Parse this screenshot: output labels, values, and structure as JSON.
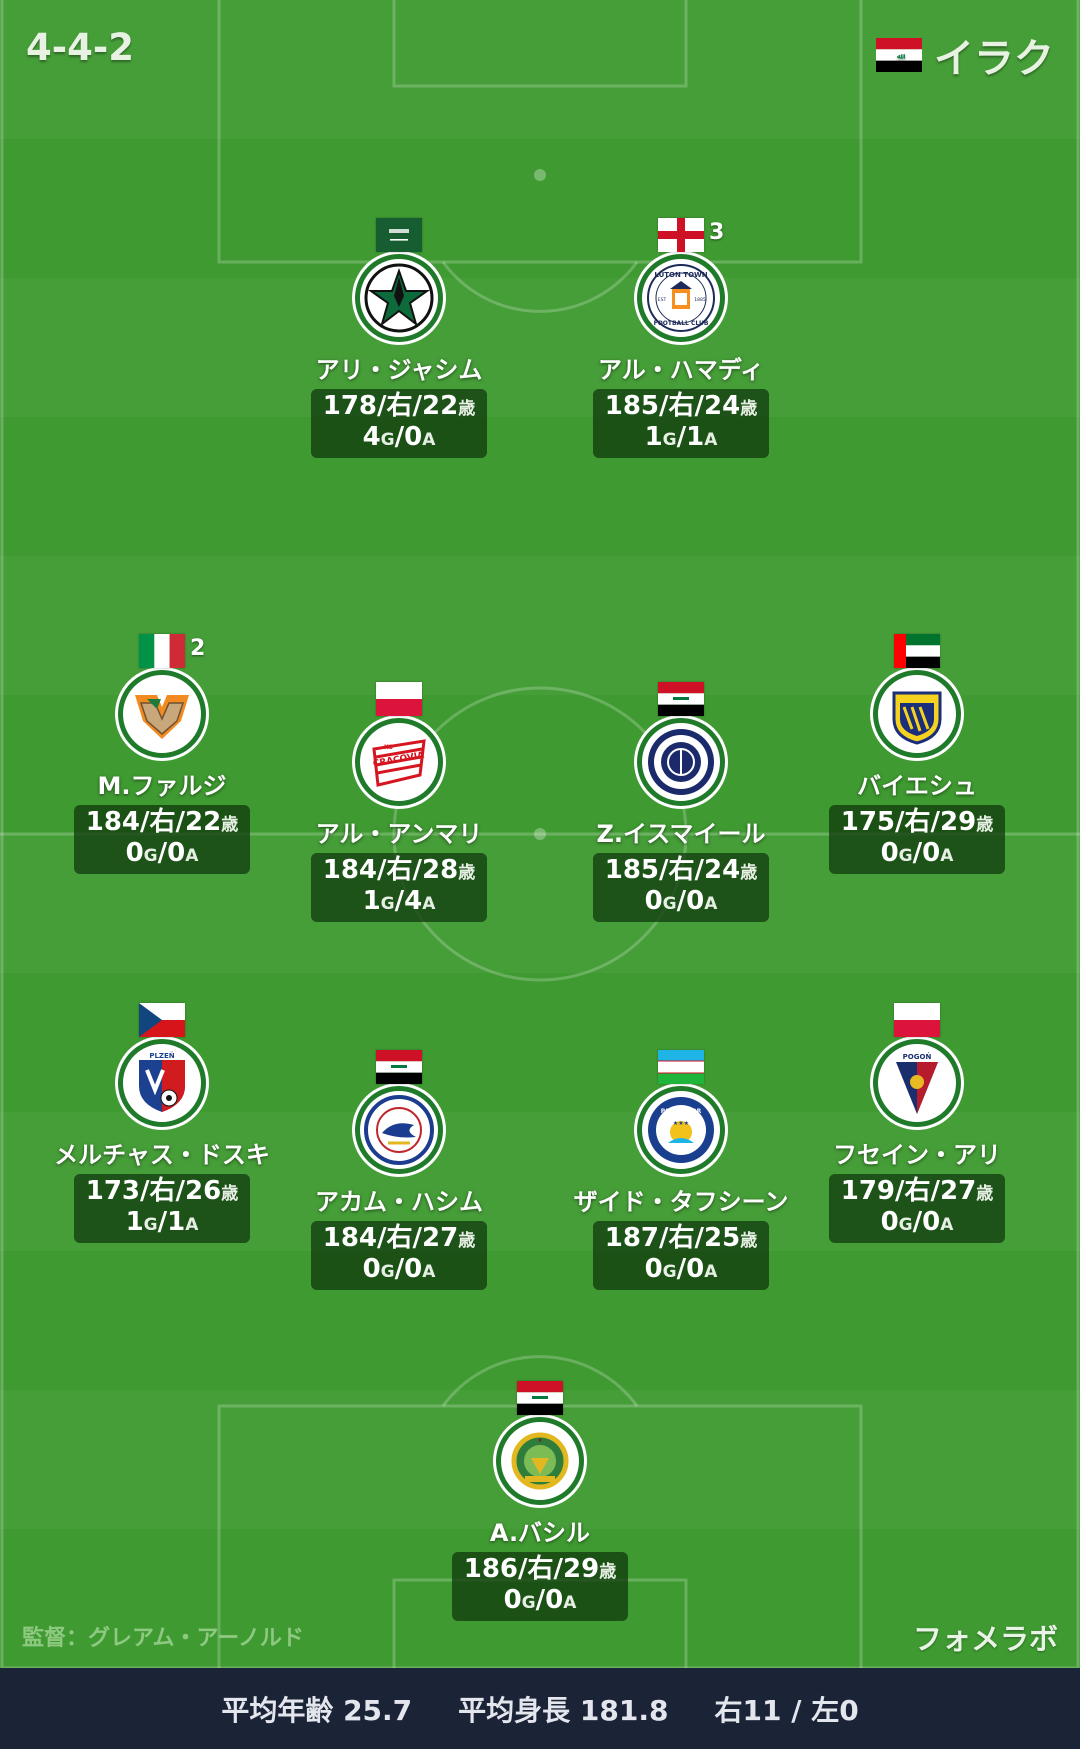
{
  "header": {
    "formation": "4-4-2",
    "team_name": "イラク",
    "team_flag": "iraq-flag"
  },
  "units": {
    "age": "歳",
    "goals": "G",
    "assists": "A"
  },
  "players": [
    {
      "id": "p1",
      "name": "アリ・ジャシム",
      "height": "178",
      "foot": "右",
      "age": "22",
      "goals": "4",
      "assists": "0",
      "flag": "saudi-arabia-flag",
      "flag_count": "",
      "crest": "black-green-star-crest"
    },
    {
      "id": "p2",
      "name": "アル・ハマディ",
      "height": "185",
      "foot": "右",
      "age": "24",
      "goals": "1",
      "assists": "1",
      "flag": "england-flag",
      "flag_count": "3",
      "crest": "luton-town-crest",
      "crest_text_top": "LUTON TOWN",
      "crest_text_bottom": "FOOTBALL CLUB",
      "crest_est": "EST",
      "crest_year": "1885"
    },
    {
      "id": "p3",
      "name": "M.ファルジ",
      "height": "184",
      "foot": "右",
      "age": "22",
      "goals": "0",
      "assists": "0",
      "flag": "italy-flag",
      "flag_count": "2",
      "crest": "venezia-crest"
    },
    {
      "id": "p4",
      "name": "アル・アンマリ",
      "height": "184",
      "foot": "右",
      "age": "28",
      "goals": "1",
      "assists": "4",
      "flag": "poland-flag",
      "flag_count": "",
      "crest": "cracovia-crest",
      "crest_text": "CRACOVIA",
      "crest_text_small": "KS"
    },
    {
      "id": "p5",
      "name": "Z.イスマイール",
      "height": "185",
      "foot": "右",
      "age": "24",
      "goals": "0",
      "assists": "0",
      "flag": "iraq-flag",
      "flag_count": "",
      "crest": "al-talaba-crest"
    },
    {
      "id": "p6",
      "name": "バイエシュ",
      "height": "175",
      "foot": "右",
      "age": "29",
      "goals": "0",
      "assists": "0",
      "flag": "uae-flag",
      "flag_count": "",
      "crest": "dibba-crest"
    },
    {
      "id": "p7",
      "name": "メルチャス・ドスキ",
      "height": "173",
      "foot": "右",
      "age": "26",
      "goals": "1",
      "assists": "1",
      "flag": "czech-flag",
      "flag_count": "",
      "crest": "viktoria-plzen-crest",
      "crest_text": "PLZEŇ"
    },
    {
      "id": "p8",
      "name": "アカム・ハシム",
      "height": "184",
      "foot": "右",
      "age": "27",
      "goals": "0",
      "assists": "0",
      "flag": "iraq-flag",
      "flag_count": "",
      "crest": "al-zawraa-crest"
    },
    {
      "id": "p9",
      "name": "ザイド・タフシーン",
      "height": "187",
      "foot": "右",
      "age": "25",
      "goals": "0",
      "assists": "0",
      "flag": "uzbekistan-flag",
      "flag_count": "",
      "crest": "pakhtakor-crest",
      "crest_text": "PAKHTAKOR"
    },
    {
      "id": "p10",
      "name": "フセイン・アリ",
      "height": "179",
      "foot": "右",
      "age": "27",
      "goals": "0",
      "assists": "0",
      "flag": "poland-flag",
      "flag_count": "",
      "crest": "pogon-szczecin-crest",
      "crest_text": "POGOŃ"
    },
    {
      "id": "p11",
      "name": "A.バシル",
      "height": "186",
      "foot": "右",
      "age": "29",
      "goals": "0",
      "assists": "0",
      "flag": "iraq-flag",
      "flag_count": "",
      "crest": "al-shorta-crest"
    }
  ],
  "manager": "監督：グレアム・アーノルド",
  "brand": "フォメラボ",
  "footer": {
    "avg_age": "平均年齢 25.7",
    "avg_height": "平均身長 181.8",
    "foot_ratio": "右11 / 左0"
  },
  "colors": {
    "pitch": "#3f9a31",
    "footer_bg": "#1b2337",
    "stat_bg": "#123c10"
  }
}
